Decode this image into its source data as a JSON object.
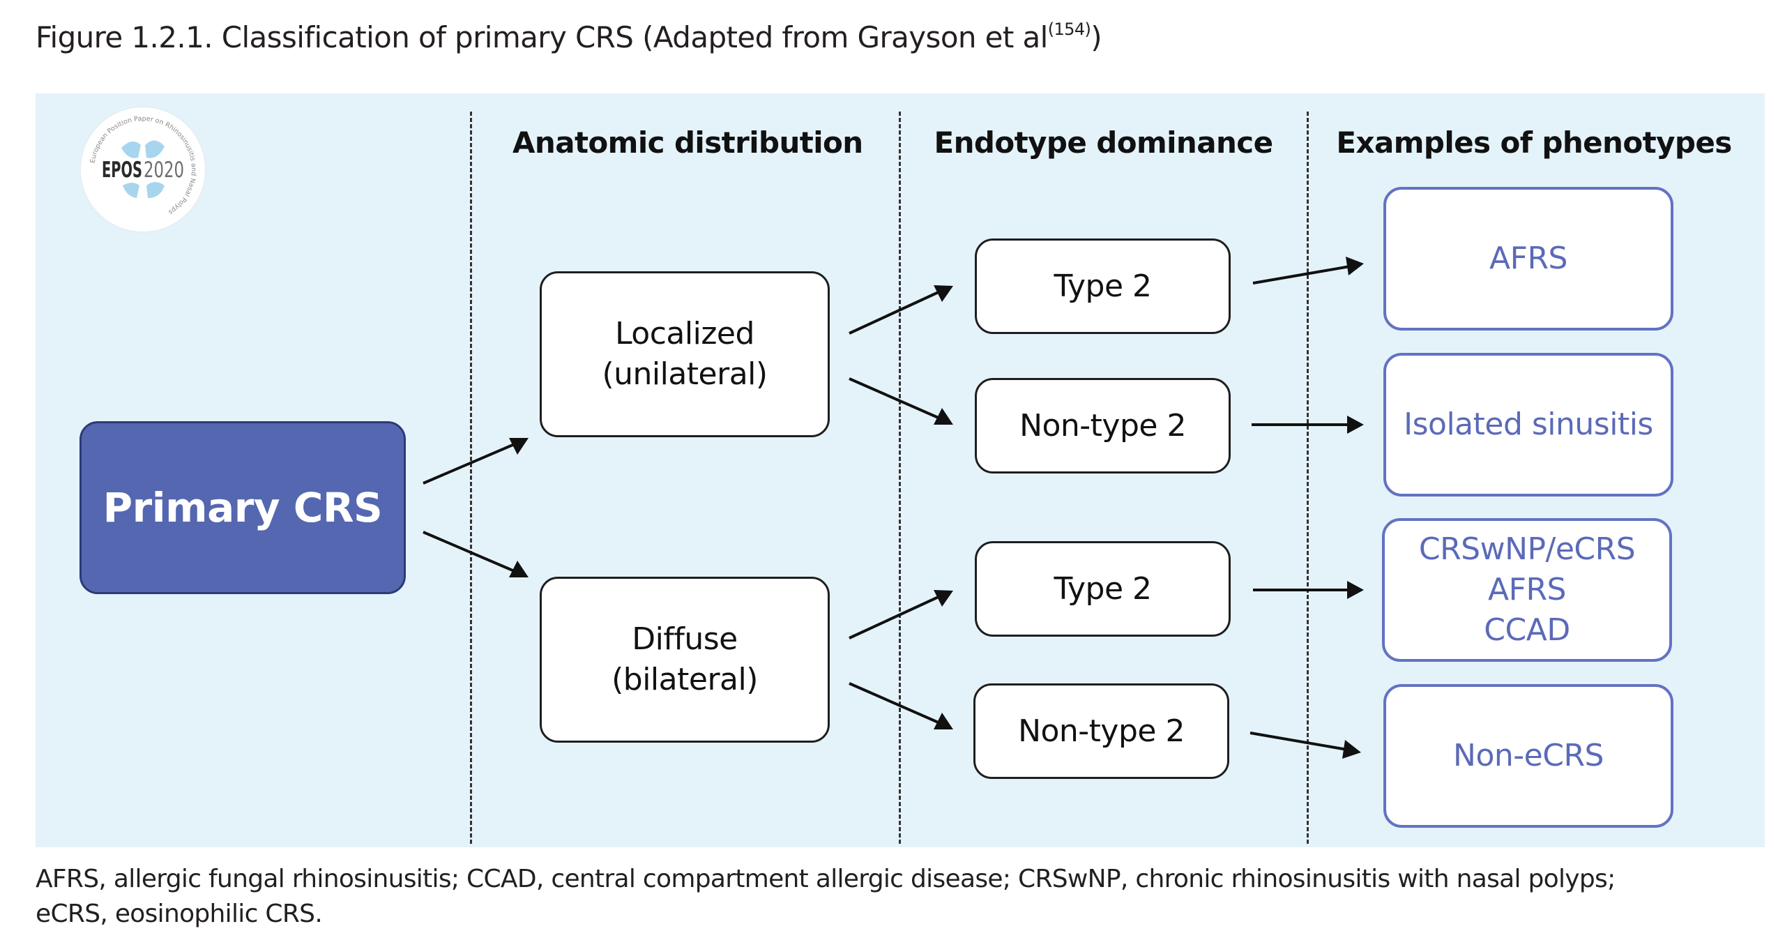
{
  "figure": {
    "caption_prefix": "Figure 1.2.1. Classification of primary CRS (Adapted from Grayson et al",
    "caption_ref": "(154)",
    "caption_suffix": ")"
  },
  "logo": {
    "brand": "EPOS",
    "year": "2020",
    "ring_text": "European Position Paper on Rhinosinusitis and Nasal Polyps"
  },
  "columns": {
    "anatomic": "Anatomic distribution",
    "endotype": "Endotype dominance",
    "phenotype": "Examples of phenotypes"
  },
  "nodes": {
    "primary": "Primary CRS",
    "localized": [
      "Localized",
      "(unilateral)"
    ],
    "diffuse": [
      "Diffuse",
      "(bilateral)"
    ],
    "endotypes": [
      "Type 2",
      "Non-type 2",
      "Type 2",
      "Non-type 2"
    ],
    "phenotypes": [
      [
        "AFRS"
      ],
      [
        "Isolated sinusitis"
      ],
      [
        "CRSwNP/eCRS",
        "AFRS",
        "CCAD"
      ],
      [
        "Non-eCRS"
      ]
    ]
  },
  "colors": {
    "panel_bg": "#e4f3fa",
    "primary_fill": "#5467b0",
    "phenotype_border": "#6372c2",
    "phenotype_text": "#5b6ab8"
  },
  "footnote": [
    "AFRS, allergic fungal rhinosinusitis; CCAD, central compartment allergic disease; CRSwNP, chronic rhinosinusitis with nasal polyps;",
    "eCRS, eosinophilic CRS."
  ]
}
